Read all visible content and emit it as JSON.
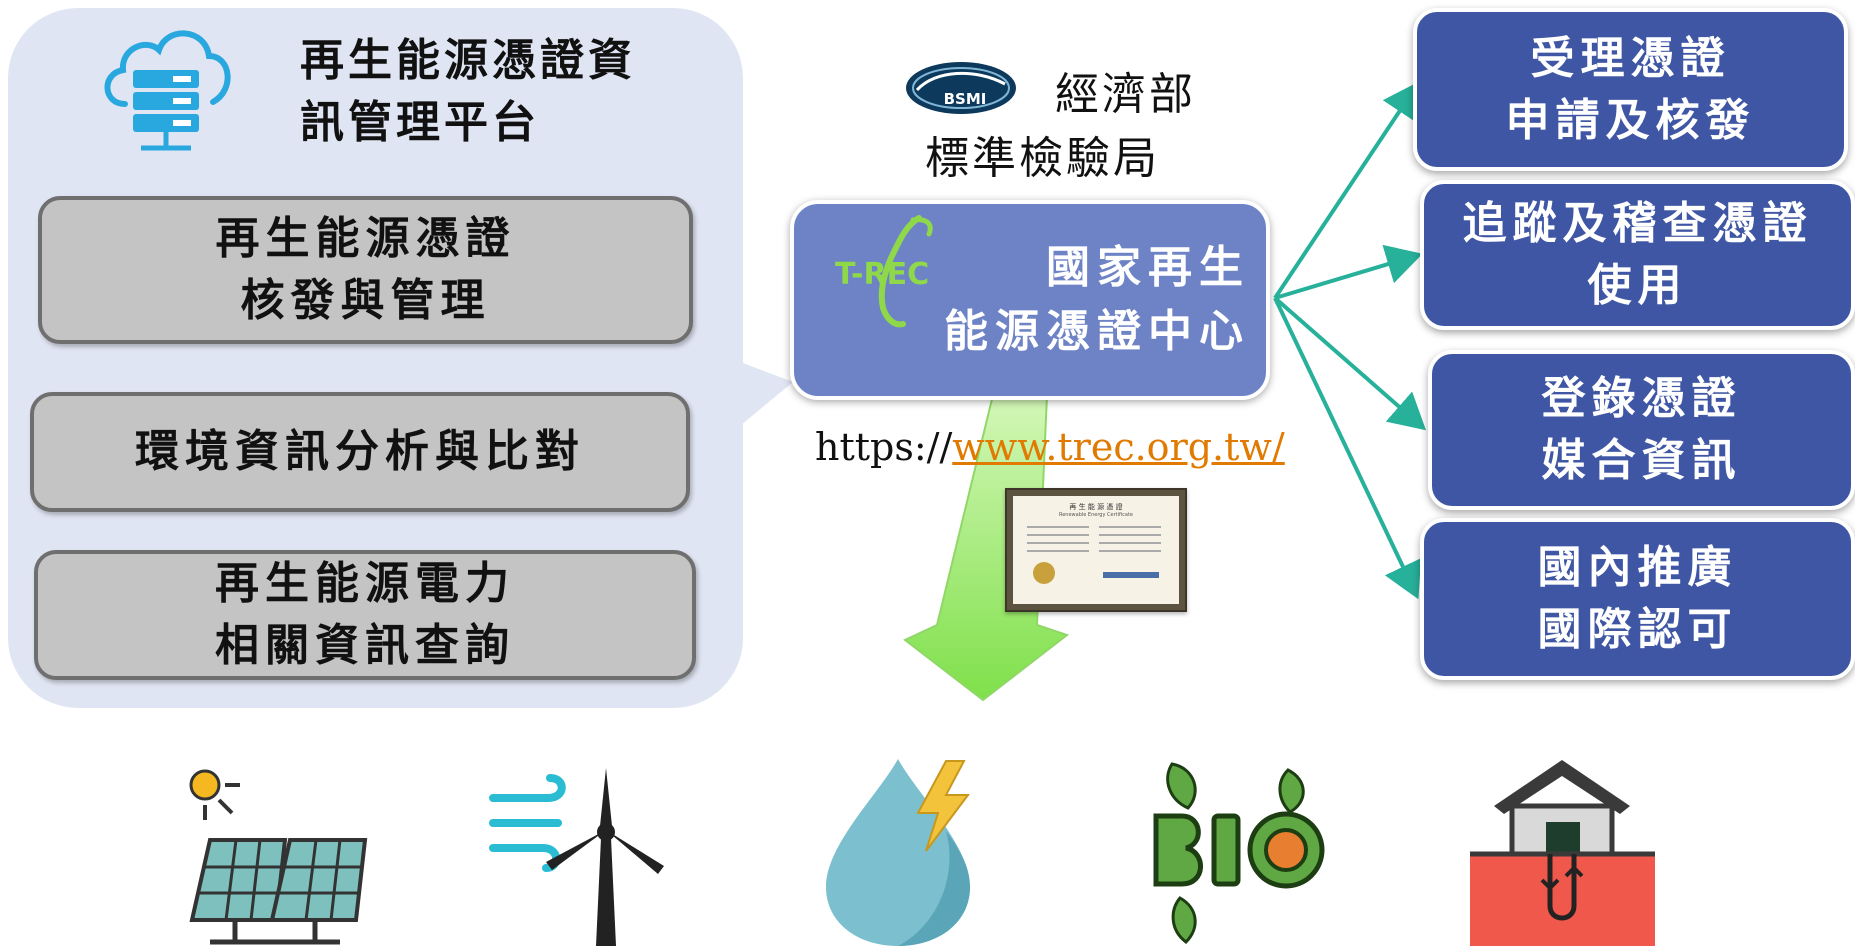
{
  "platform": {
    "title": "再生能源憑證資\n訊管理平台",
    "functions": [
      {
        "label": "再生能源憑證\n核發與管理"
      },
      {
        "label": "環境資訊分析與比對"
      },
      {
        "label": "再生能源電力\n相關資訊查詢"
      }
    ]
  },
  "bsmi": {
    "logo_text": "BSMI",
    "ministry": "經濟部",
    "bureau": "標準檢驗局"
  },
  "center": {
    "logo_text": "T-REC",
    "name": "國家再生\n能源憑證中心",
    "url_prefix": "https://",
    "url_link": "www.trec.org.tw/"
  },
  "certificate": {
    "title": "再 生 能 源 憑 證",
    "subtitle": "Renewable Energy Certificate"
  },
  "services": [
    {
      "label": "受理憑證\n申請及核發"
    },
    {
      "label": "追蹤及稽查憑證\n使用"
    },
    {
      "label": "登錄憑證\n媒合資訊"
    },
    {
      "label": "國內推廣\n國際認可"
    }
  ],
  "energy_icons": [
    {
      "name": "solar-panel-icon"
    },
    {
      "name": "wind-turbine-icon"
    },
    {
      "name": "hydro-power-icon"
    },
    {
      "name": "bio-energy-icon"
    },
    {
      "name": "geothermal-icon"
    }
  ],
  "colors": {
    "bubble": "#e0e5f3",
    "gray_box": "#c4c4c4",
    "trec_box": "#6e83c6",
    "service_box": "#3f56a4",
    "arrow_teal": "#27b09a",
    "green_arrow": "#92e85a",
    "link": "#e07a00"
  }
}
